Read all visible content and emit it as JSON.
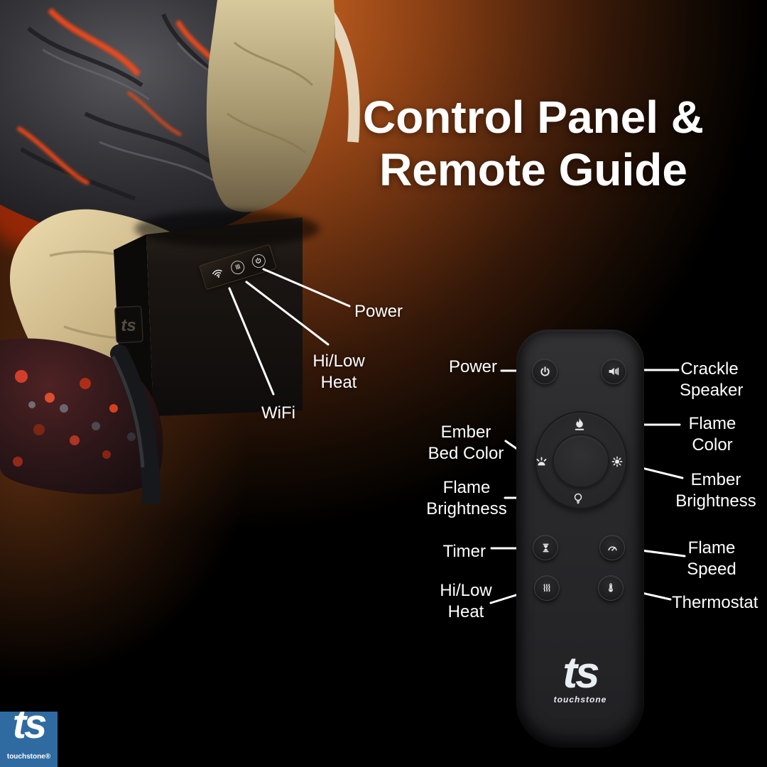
{
  "title": {
    "text": "Control Panel &\nRemote Guide"
  },
  "control_panel": {
    "labels": {
      "power": "Power",
      "hilow": "Hi/Low\nHeat",
      "wifi": "WiFi"
    },
    "icons": [
      "wifi-icon",
      "heat-waves-icon",
      "power-icon"
    ]
  },
  "remote": {
    "labels": {
      "power": "Power",
      "crackle": "Crackle\nSpeaker",
      "ember_bed": "Ember\nBed Color",
      "flame_color": "Flame\nColor",
      "flame_brightness": "Flame\nBrightness",
      "ember_brightness": "Ember\nBrightness",
      "timer": "Timer",
      "flame_speed": "Flame\nSpeed",
      "hilow": "Hi/Low\nHeat",
      "thermostat": "Thermostat"
    },
    "icons": [
      "power-icon",
      "speaker-icon",
      "flame-icon",
      "ember-bed-icon",
      "sun-icon",
      "bulb-icon",
      "hourglass-icon",
      "gauge-icon",
      "heat-waves-icon",
      "thermometer-icon"
    ],
    "brand": {
      "ts": "ts",
      "name": "touchstone"
    }
  },
  "badge": {
    "ts": "ts",
    "name": "touchstone®"
  },
  "colors": {
    "background_orange": "#b4571e",
    "badge_blue": "#2f6ba1",
    "label_color": "#ffffff",
    "remote_body": "#28282a",
    "ember_red": "#ff3b00"
  }
}
